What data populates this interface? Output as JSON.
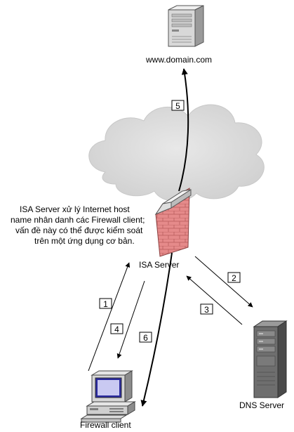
{
  "nodes": {
    "web_server": "www.domain.com",
    "isa_server": "ISA Server",
    "dns_server": "DNS Server",
    "firewall_client": "Firewall client"
  },
  "note": {
    "line1": "ISA Server xử lý Internet host",
    "line2": "name nhân danh các Firewall client;",
    "line3": "vấn đề này có thể được kiểm soát",
    "line4": "trên một ứng dụng cơ bản."
  },
  "steps": [
    "1",
    "2",
    "3",
    "4",
    "5",
    "6"
  ],
  "colors": {
    "firewall_brick": "#e08080",
    "cloud": "#dcdcdc",
    "arrow": "#000000"
  }
}
